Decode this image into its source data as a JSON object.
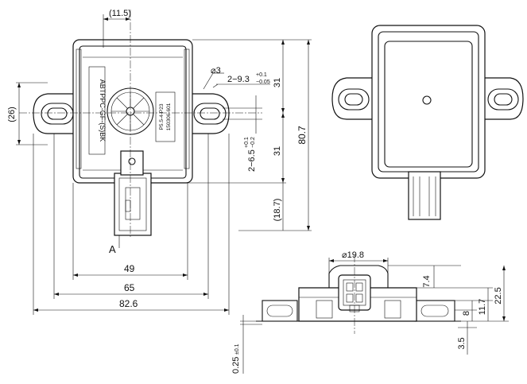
{
  "drawing": {
    "dimensions": {
      "top_offset": "(11.5)",
      "hole_dia": "⌀3",
      "slot_width_main": "2−9.3",
      "slot_width_tol_upper": "+0.1",
      "slot_width_tol_lower": "−0.05",
      "slot_height_main": "2−6.5",
      "slot_height_tol_upper": "+0.1",
      "slot_height_tol_lower": "−0.2",
      "upper_half": "31",
      "lower_half": "31",
      "total_height": "80.7",
      "connector_length": "(18.7)",
      "ear_height": "(26)",
      "width_inner": "49",
      "width_body": "65",
      "width_total": "82.6",
      "view_label": "A",
      "bottom_dia": "⌀19.8",
      "side_74": "7.4",
      "side_225": "22.5",
      "side_117": "11.7",
      "side_8": "8",
      "side_35": "3.5",
      "side_025": "0.25",
      "side_025_tol": "±0.1"
    },
    "label_lines": [
      "ABTPPC-GF-(S)BK",
      "P5.5-4-P23",
      "150306-601"
    ]
  }
}
